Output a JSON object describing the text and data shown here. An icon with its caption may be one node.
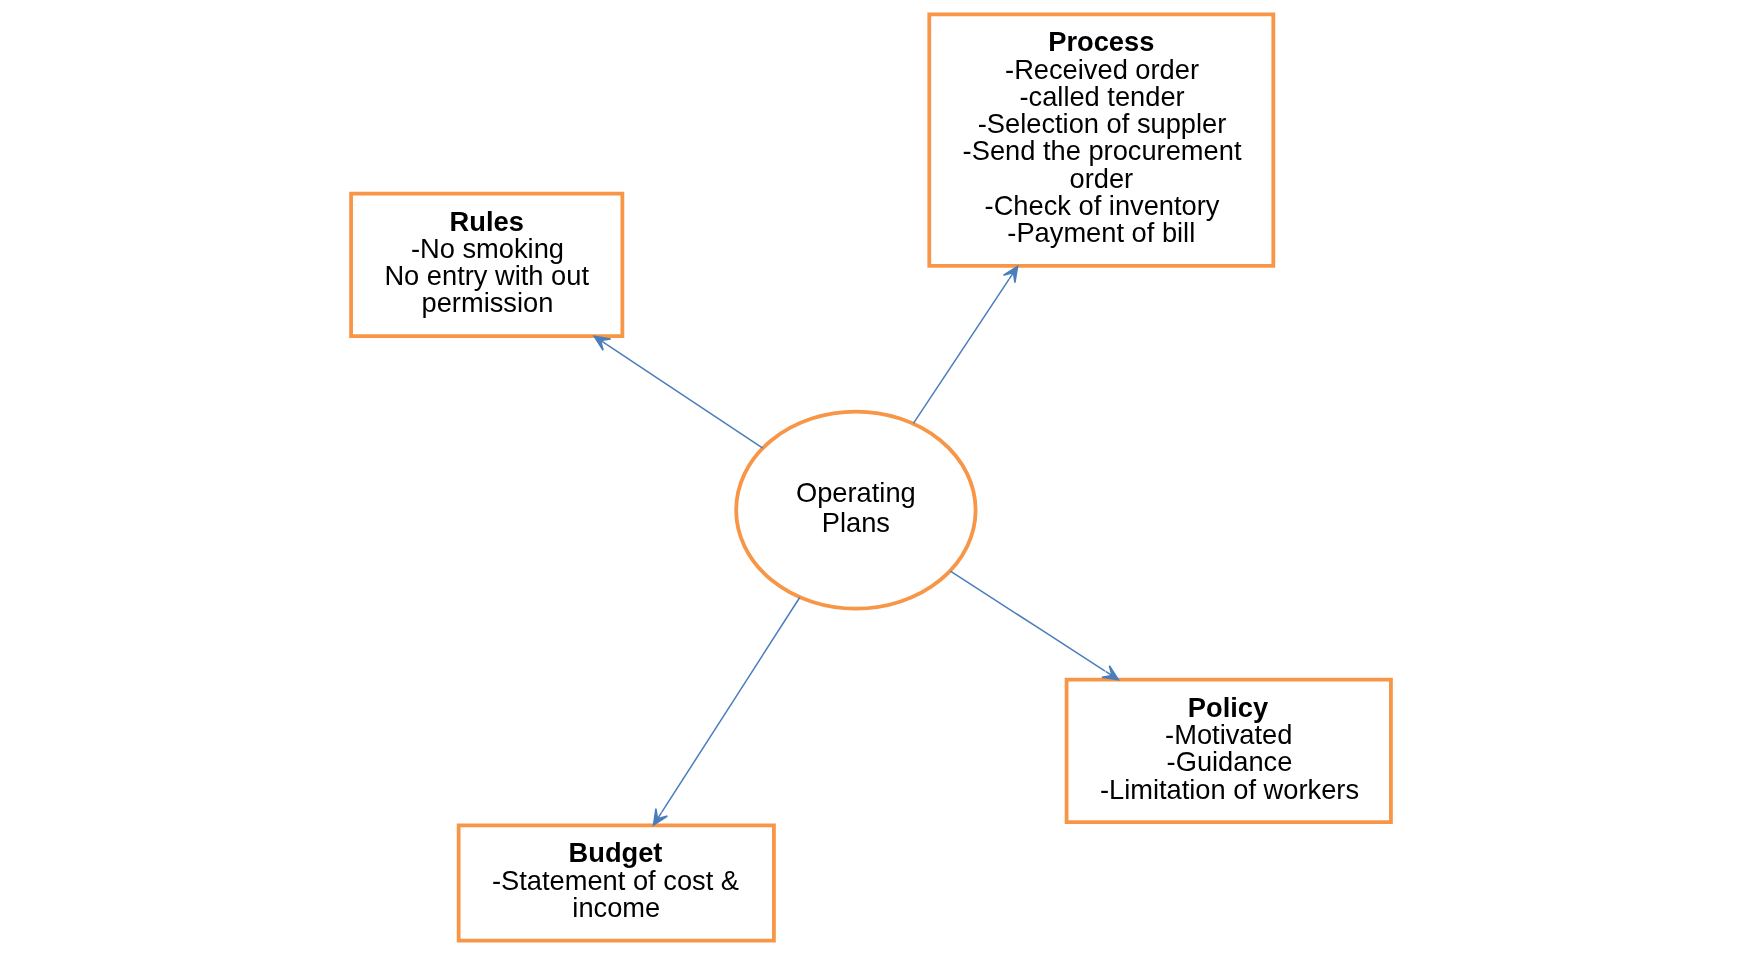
{
  "diagram": {
    "nodes": [
      {
        "text": [
          "Operating Plans"
        ]
      },
      {
        "text": [
          "Policy",
          "-Motivated",
          "-Guidance",
          "-Limitation of workers"
        ]
      },
      {
        "text": [
          "Budget",
          "-Statement of cost & income"
        ]
      },
      {
        "text": [
          "Rules",
          "-No smoking",
          "No entry with out permission"
        ]
      },
      {
        "text": [
          "Process",
          "-Received order",
          "-called tender",
          "-Selection of suppler",
          "-Send the procurement order",
          "-Check of inventory",
          "-Payment of bill"
        ]
      }
    ],
    "edges": [
      {
        "from": 0,
        "to": 1,
        "arrow": "to"
      },
      {
        "from": 0,
        "to": 2,
        "arrow": "to"
      },
      {
        "from": 0,
        "to": 3,
        "arrow": "to"
      },
      {
        "from": 0,
        "to": 4,
        "arrow": "to"
      }
    ]
  }
}
